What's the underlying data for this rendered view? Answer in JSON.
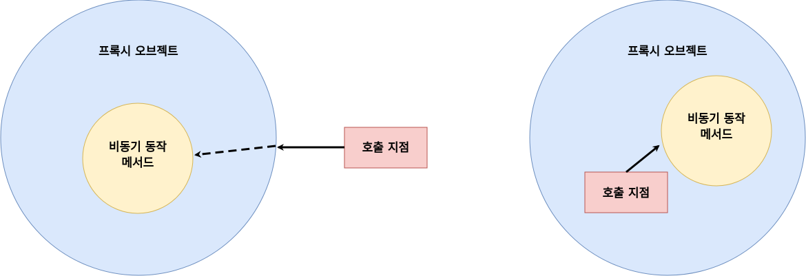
{
  "colors": {
    "outer_fill": "#dae8fc",
    "outer_stroke": "#6c8ebf",
    "inner_fill": "#fff2cc",
    "inner_stroke": "#d6b656",
    "call_fill": "#f8cecc",
    "call_stroke": "#b85450",
    "arrow": "#000000"
  },
  "left_diagram": {
    "outer_label": "프록시 오브젝트",
    "inner_label_line1": "비동기 동작",
    "inner_label_line2": "메서드",
    "call_label": "호출 지점"
  },
  "right_diagram": {
    "outer_label": "프록시 오브젝트",
    "inner_label_line1": "비동기 동작",
    "inner_label_line2": "메서드",
    "call_label": "호출 지점"
  }
}
